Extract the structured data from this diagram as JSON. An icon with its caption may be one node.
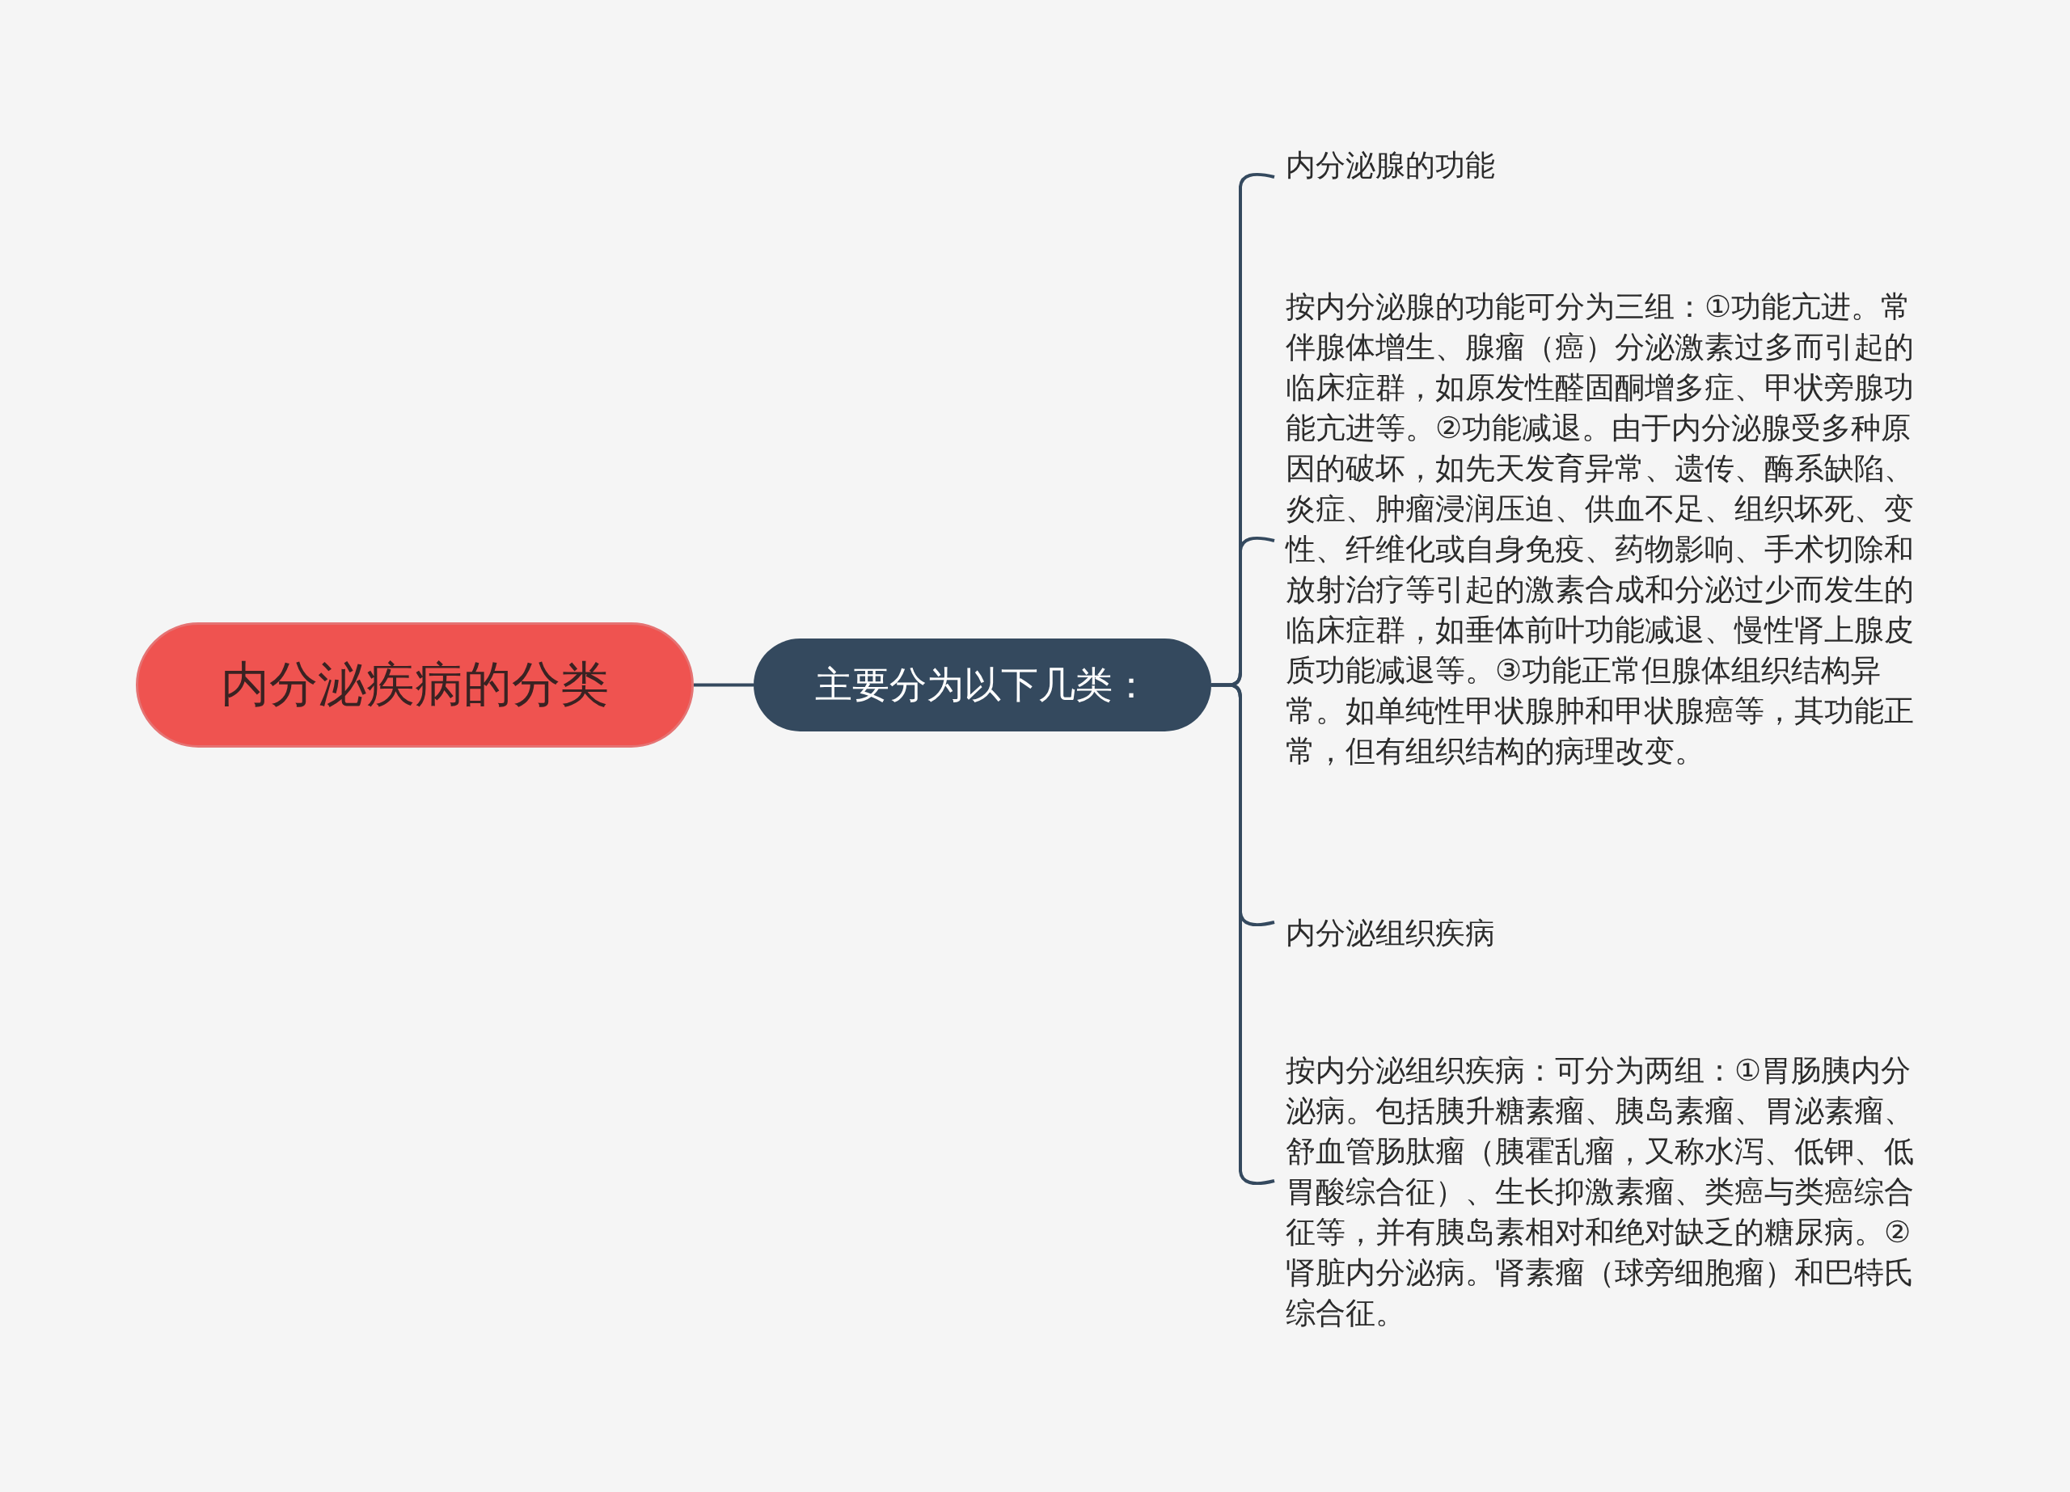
{
  "diagram": {
    "nodes": [
      {
        "text": [
          "内分泌疾病的分类"
        ]
      },
      {
        "text": [
          "主要分为以下几类："
        ]
      },
      {
        "text": [
          "内分泌腺的功能"
        ]
      },
      {
        "text": [
          "按内分泌腺的功能可分为三组：①功能亢进。常伴腺体增生、腺瘤（癌）分泌激素过多而引起的临床症群，如原发性醛固酮增多症、甲状旁腺功能亢进等。②功能减退。由于内分泌腺受多种原因的破坏，如先天发育异常、遗传、酶系缺陷、炎症、肿瘤浸润压迫、供血不足、组织坏死、变性、纤维化或自身免疫、药物影响、手术切除和放射治疗等引起的激素合成和分泌过少而发生的临床症群，如垂体前叶功能减退、慢性肾上腺皮质功能减退等。③功能正常但腺体组织结构异常。如单纯性甲状腺肿和甲状腺癌等，其功能正常，但有组织结构的病理改变。"
        ]
      },
      {
        "text": [
          "内分泌组织疾病"
        ]
      },
      {
        "text": [
          "按内分泌组织疾病：可分为两组：①胃肠胰内分泌病。包括胰升糖素瘤、胰岛素瘤、胃泌素瘤、舒血管肠肽瘤（胰霍乱瘤，又称水泻、低钾、低胃酸综合征）、生长抑激素瘤、类癌与类癌综合征等，并有胰岛素相对和绝对缺乏的糖尿病。②肾脏内分泌病。肾素瘤（球旁细胞瘤）和巴特氏综合征。"
        ]
      }
    ],
    "edges": [
      {
        "from": 0,
        "to": 1,
        "arrow": "none"
      },
      {
        "from": 1,
        "to": 2,
        "arrow": "none"
      },
      {
        "from": 1,
        "to": 3,
        "arrow": "none"
      },
      {
        "from": 1,
        "to": 4,
        "arrow": "none"
      },
      {
        "from": 1,
        "to": 5,
        "arrow": "none"
      }
    ]
  }
}
